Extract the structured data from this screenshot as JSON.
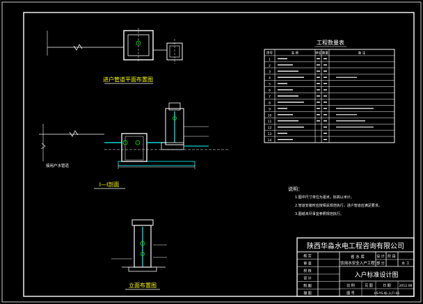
{
  "colors": {
    "background": "#000000",
    "line": "#ffffff",
    "cyan": "#00ffff",
    "green": "#00ff00",
    "yellow": "#ffff00",
    "red": "#ff3030"
  },
  "views": {
    "plan_title": "进户管道平面布置图",
    "section_title": "Ⅰ—Ⅰ剖面",
    "elevation_title": "立面布置图",
    "section_labels": {
      "left_lower": "接用户水管道"
    }
  },
  "table": {
    "title": "工程数量表",
    "headers": [
      "序号",
      "名 称",
      "单位",
      "数量",
      "备 注"
    ],
    "rows": [
      {
        "no": "1"
      },
      {
        "no": "2"
      },
      {
        "no": "3"
      },
      {
        "no": "4"
      },
      {
        "no": "5"
      },
      {
        "no": "6"
      },
      {
        "no": "7"
      },
      {
        "no": "8"
      },
      {
        "no": "9"
      },
      {
        "no": "10"
      },
      {
        "no": "11"
      },
      {
        "no": "12"
      },
      {
        "no": "13"
      },
      {
        "no": "14"
      }
    ]
  },
  "notes": {
    "heading": "说明：",
    "items": [
      "1.图中尺寸单位为毫米，标高以米计。",
      "2.管道安装时应按相关规范执行，进户管道应满足要求。",
      "3.图纸未尽事宜参照规范执行。"
    ]
  },
  "title_block": {
    "company": "陕西华淼水电工程咨询有限公司",
    "drawing_title": "入户标准设计图",
    "left_labels": [
      "核 定",
      "审 查",
      "校 核",
      "设 计",
      "制 图",
      "描 图"
    ],
    "mid_rows": [
      "省 水 库",
      "饮用水安全入户工程"
    ],
    "right_labels": [
      "设 计",
      "阶 段",
      "部 分",
      "水 工"
    ],
    "bottom_labels": [
      "比 例",
      "日 期",
      "图 号"
    ],
    "bottom_values": [
      "见 图",
      "2012.08",
      "HS-YS-标-入户-01"
    ]
  }
}
